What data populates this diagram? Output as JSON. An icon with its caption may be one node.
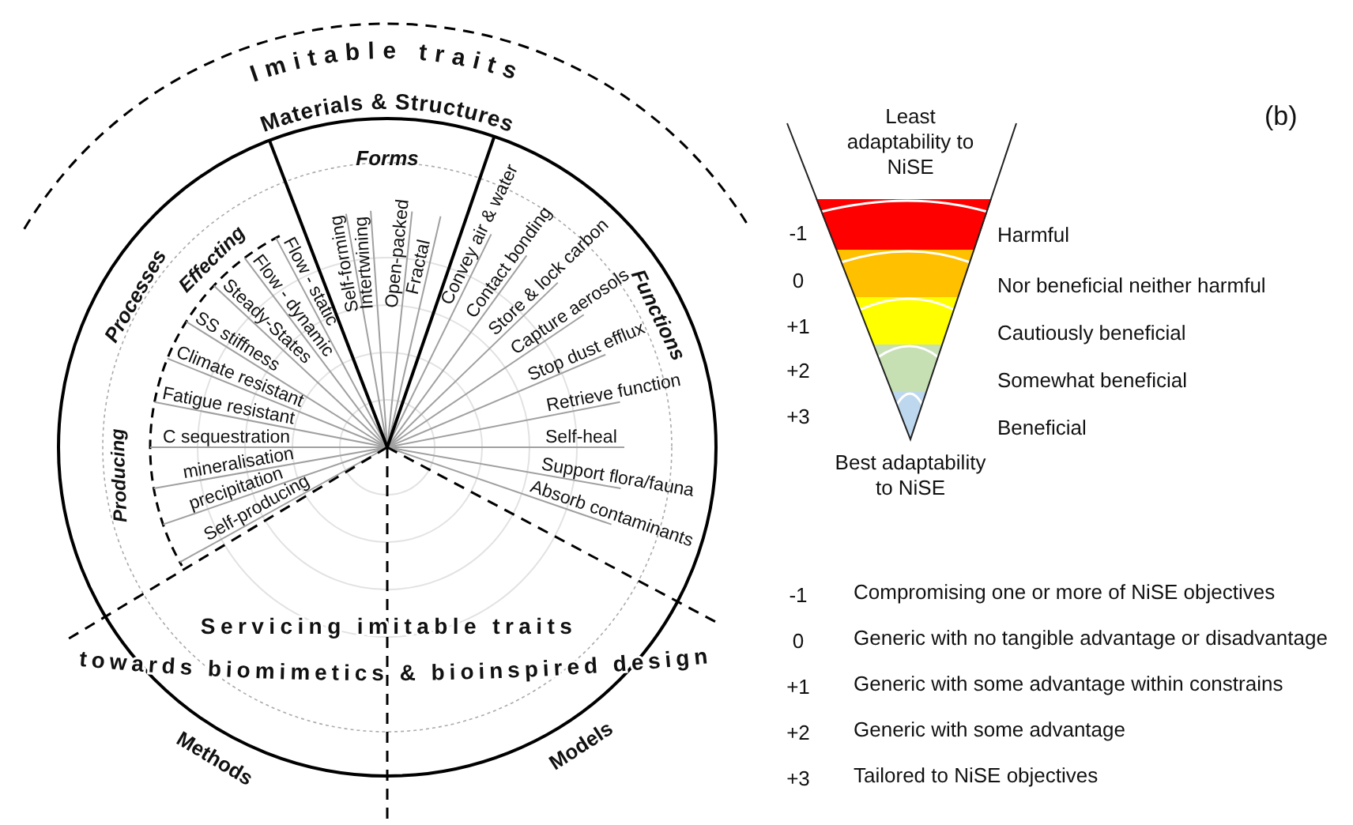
{
  "diagram": {
    "labels": [
      "Imitable traits",
      "Materials & Structures",
      "Forms",
      "Processes",
      "Effecting",
      "Functions",
      "Self-forming",
      "Intertwining",
      "Open-packed",
      "Fractal",
      "Flow - static",
      "Flow - dynamic",
      "Steady-States",
      "SS stiffness",
      "Climate resistant",
      "Fatigue resistant",
      "Producing",
      "C sequestration",
      "mineralisation",
      "precipitation",
      "Self-producing",
      "Convey air & water",
      "Contact bonding",
      "Store & lock carbon",
      "Capture aerosols",
      "Stop dust efflux",
      "Retrieve function",
      "Self-heal",
      "Support flora/fauna",
      "Absorb contaminants",
      "Servicing imitable traits",
      "towards biomimetics & bioinspired design",
      "Methods",
      "Models",
      "(b)",
      "Least adaptability to NiSE",
      "-1",
      "0",
      "+1",
      "+2",
      "+3",
      "Best adaptability to NiSE",
      "-1",
      "Compromising one or more of NiSE objectives",
      "0",
      "Generic with no tangible advantage or disadvantage",
      "+1",
      "Generic with some advantage within constrains",
      "+2",
      "Generic with some advantage",
      "+3",
      "Tailored to NiSE objectives"
    ],
    "legend": [
      {
        "text": "Harmful",
        "color": "#ff0000"
      },
      {
        "text": "Nor beneficial neither harmful",
        "color": "#ffc000"
      },
      {
        "text": "Cautiously beneficial",
        "color": "#ffff00"
      },
      {
        "text": "Somewhat beneficial",
        "color": "#c6e0b4"
      },
      {
        "text": "Beneficial",
        "color": "#bdd7ee"
      }
    ]
  }
}
